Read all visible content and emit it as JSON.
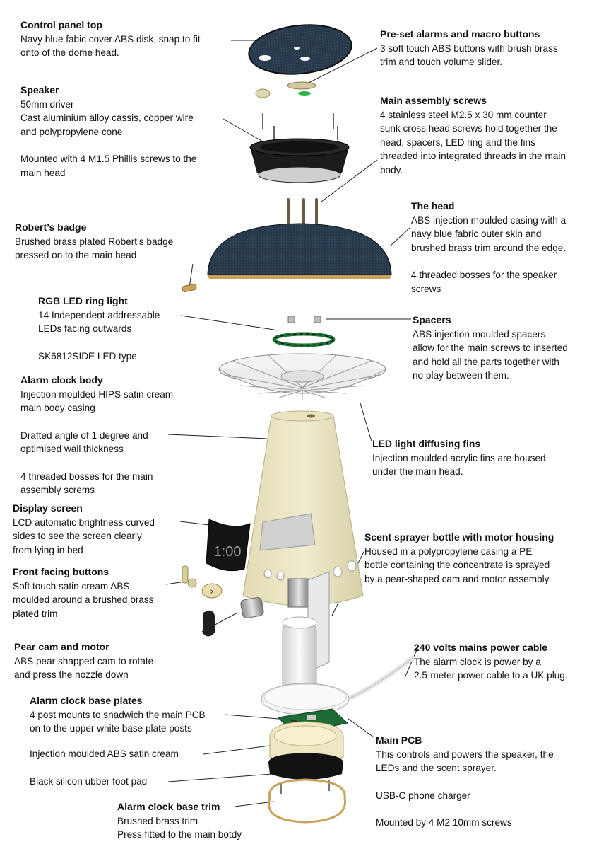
{
  "labels": {
    "control_panel_top": {
      "title": "Control panel top",
      "lines": [
        "Navy blue fabic cover ABS disk, snap to fit",
        "onto of the dome head."
      ]
    },
    "preset_alarms": {
      "title": "Pre-set alarms and macro buttons",
      "lines": [
        "3 soft touch ABS buttons with brush brass",
        "trim and touch volume  slider."
      ]
    },
    "speaker": {
      "title": "Speaker",
      "lines": [
        "50mm driver",
        "Cast aluminium alloy cassis, copper wire",
        "and polypropylene cone"
      ],
      "note_lines": [
        "Mounted with 4 M1.5 Phillis screws to the",
        "main head"
      ]
    },
    "main_assembly_screws": {
      "title": "Main assembly screws",
      "lines": [
        "4 stainless steel M2.5 x 30 mm counter",
        "sunk cross head screws hold together the",
        "head, spacers, LED ring and the fins",
        "threaded into integrated threads in the main",
        "body."
      ]
    },
    "the_head": {
      "title": "The head",
      "lines": [
        "ABS injection moulded casing with a",
        "navy blue fabric outer skin and",
        "brushed brass trim around the edge."
      ],
      "note_lines": [
        "4 threaded bosses for the speaker",
        "screws"
      ]
    },
    "roberts_badge": {
      "title": "Robert’s badge",
      "lines": [
        "Brushed brass plated Robert’s badge",
        "pressed on to the main head"
      ]
    },
    "rgb_led_ring": {
      "title": "RGB LED ring light",
      "lines": [
        "14 Independent addressable",
        "LEDs facing outwards"
      ],
      "note_lines": [
        "SK6812SIDE LED type"
      ]
    },
    "spacers": {
      "title": "Spacers",
      "lines": [
        "ABS injection moulded spacers",
        "allow for the main screws to inserted",
        "and hold all the parts together with",
        "no play between them."
      ]
    },
    "alarm_clock_body": {
      "title": "Alarm clock body",
      "lines": [
        "Injection moulded HIPS satin cream",
        "main body casing"
      ],
      "drafted_lines": [
        "Drafted angle of 1 degree and",
        "optimised wall thickness"
      ],
      "note_lines": [
        "4 threaded bosses for the main",
        "assembly screms"
      ]
    },
    "led_fins": {
      "title": "LED light diffusing fins",
      "lines": [
        "Injection moulded acrylic fins are housed",
        "under the main head."
      ]
    },
    "display_screen": {
      "title": "Display screen",
      "lines": [
        "LCD automatic brightness curved",
        "sides to see the screen clearly",
        "from lying in bed"
      ]
    },
    "scent_sprayer": {
      "title": "Scent sprayer bottle with motor housing",
      "lines": [
        "Housed in a polypropylene casing a PE",
        "bottle containing the concentrate is sprayed",
        "by a pear-shaped cam and motor assembly."
      ]
    },
    "front_buttons": {
      "title": "Front facing buttons",
      "lines": [
        "Soft touch satin cream ABS",
        "moulded  around a brushed brass",
        "plated trim"
      ]
    },
    "pear_cam": {
      "title": "Pear cam and motor",
      "lines": [
        "ABS pear shapped cam to rotate",
        "and press the nozzle down"
      ]
    },
    "power_cable": {
      "title": "240 volts mains power cable",
      "lines": [
        "The alarm clock is power by a",
        "2.5-meter power cable to a UK plug."
      ]
    },
    "base_plates": {
      "title": "Alarm clock base plates",
      "lines": [
        "4 post mounts to snadwich the main PCB",
        "on to the upper white base plate posts"
      ],
      "abs_line": "Injection moulded ABS satin cream",
      "pad_line": "Black silicon ubber foot pad"
    },
    "main_pcb": {
      "title": "Main PCB",
      "lines": [
        "This controls and powers the speaker, the",
        "LEDs and the scent sprayer."
      ],
      "usb_line": "USB-C phone charger",
      "mount_line": "Mounted by 4 M2 10mm screws"
    },
    "base_trim": {
      "title": "Alarm clock base trim",
      "lines": [
        "Brushed brass trim",
        "Press fitted to the main botdy"
      ]
    }
  },
  "display": {
    "time": "1:00"
  },
  "colors": {
    "navy_fabric": "#2a3a4a",
    "cream_body": "#ece6c4",
    "brass": "#c9a25a",
    "black": "#1a1a1a"
  }
}
